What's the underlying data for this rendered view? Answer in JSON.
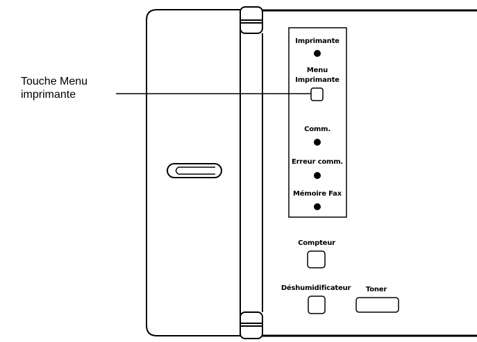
{
  "callout": {
    "line1": "Touche Menu",
    "line2": "imprimante"
  },
  "panel": {
    "indicator_imprimante": "Imprimante",
    "button_menu_line1": "Menu",
    "button_menu_line2": "Imprimante",
    "indicator_comm": "Comm.",
    "indicator_erreur_comm": "Erreur comm.",
    "indicator_memoire_fax": "Mémoire Fax",
    "button_compteur": "Compteur",
    "button_deshumidificateur": "Déshumidificateur",
    "button_toner": "Toner"
  },
  "colors": {
    "line": "#000000",
    "background": "#ffffff"
  }
}
